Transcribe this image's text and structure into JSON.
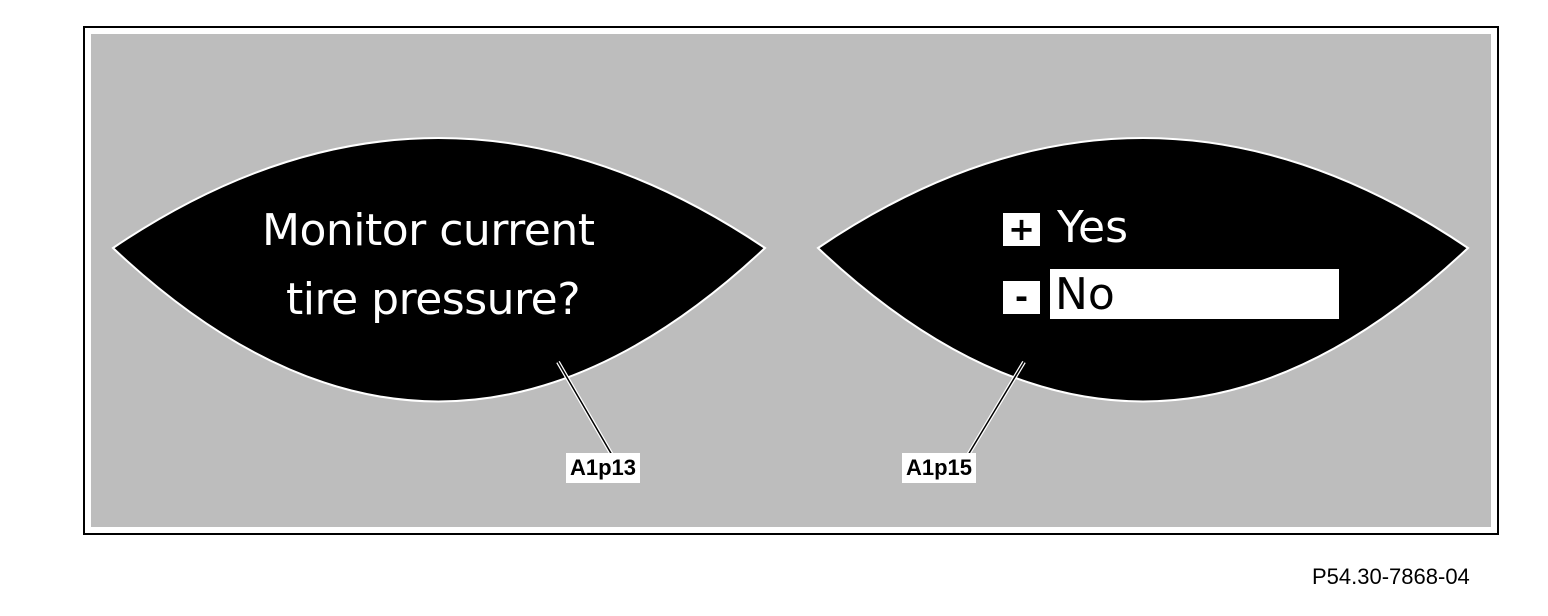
{
  "left_display": {
    "question_line_1": "Monitor current",
    "question_line_2": "tire pressure?",
    "callout_label": "A1p13"
  },
  "right_display": {
    "plus_key": "+",
    "minus_key": "-",
    "option_yes": "Yes",
    "option_no": "No",
    "selected_option": "No",
    "callout_label": "A1p15"
  },
  "figure_code": "P54.30-7868-04",
  "colors": {
    "panel_background": "#bdbdbd",
    "display_background": "#000000",
    "display_text": "#ffffff",
    "selection_highlight": "#ffffff"
  }
}
